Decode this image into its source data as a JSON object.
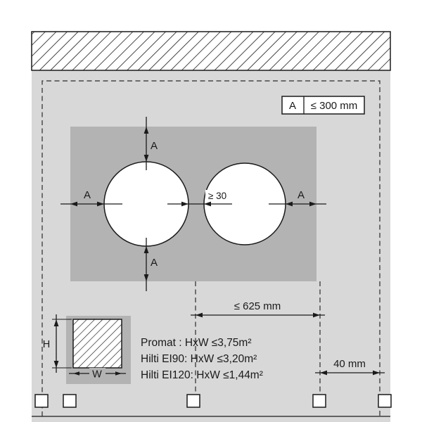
{
  "colors": {
    "background": "#ffffff",
    "wall_gray": "#d8d8d8",
    "seal_field_gray": "#b3b3b3",
    "line_black": "#1a1a1a"
  },
  "legend": {
    "symbol": "A",
    "value": "≤ 300 mm"
  },
  "dims": {
    "a": "A",
    "gap": "≥ 30",
    "spacing": "≤ 625 mm",
    "edge": "40 mm"
  },
  "detail": {
    "h": "H",
    "w": "W"
  },
  "specs": [
    "Promat : HxW ≤3,75m²",
    "Hilti EI90: HxW ≤3,20m²",
    "Hilti EI120: HxW ≤1,44m²"
  ]
}
